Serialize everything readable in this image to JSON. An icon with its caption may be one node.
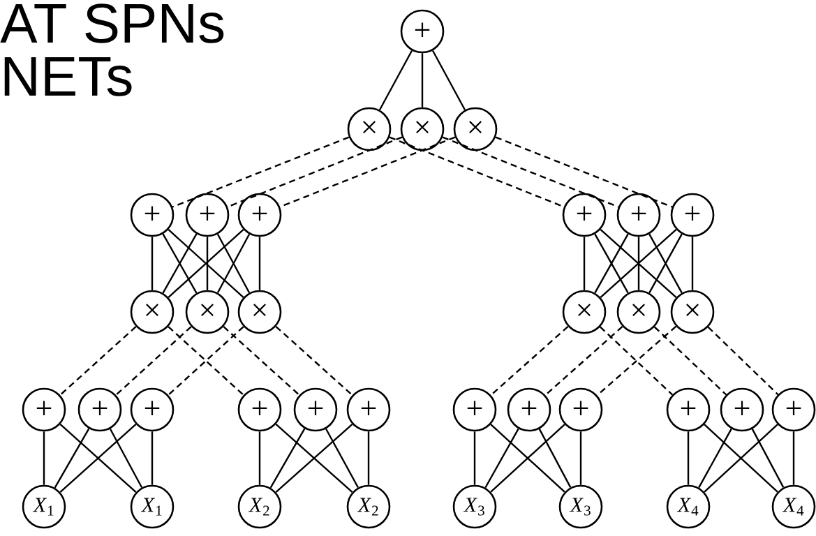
{
  "diagram": {
    "nodes": [
      {
        "text": [
          "+"
        ]
      },
      {
        "text": [
          "×"
        ]
      },
      {
        "text": [
          "×"
        ]
      },
      {
        "text": [
          "×"
        ]
      },
      {
        "text": [
          "+"
        ]
      },
      {
        "text": [
          "+"
        ]
      },
      {
        "text": [
          "+"
        ]
      },
      {
        "text": [
          "+"
        ]
      },
      {
        "text": [
          "+"
        ]
      },
      {
        "text": [
          "+"
        ]
      },
      {
        "text": [
          "×"
        ]
      },
      {
        "text": [
          "×"
        ]
      },
      {
        "text": [
          "×"
        ]
      },
      {
        "text": [
          "×"
        ]
      },
      {
        "text": [
          "×"
        ]
      },
      {
        "text": [
          "×"
        ]
      },
      {
        "text": [
          "+"
        ]
      },
      {
        "text": [
          "+"
        ]
      },
      {
        "text": [
          "+"
        ]
      },
      {
        "text": [
          "+"
        ]
      },
      {
        "text": [
          "+"
        ]
      },
      {
        "text": [
          "+"
        ]
      },
      {
        "text": [
          "+"
        ]
      },
      {
        "text": [
          "+"
        ]
      },
      {
        "text": [
          "+"
        ]
      },
      {
        "text": [
          "+"
        ]
      },
      {
        "text": [
          "+"
        ]
      },
      {
        "text": [
          "+"
        ]
      },
      {
        "text": [
          "*X*$_{1}$"
        ]
      },
      {
        "text": [
          "*X*$_{1}$"
        ]
      },
      {
        "text": [
          "*X*$_{2}$"
        ]
      },
      {
        "text": [
          "*X*$_{2}$"
        ]
      },
      {
        "text": [
          "*X*$_{3}$"
        ]
      },
      {
        "text": [
          "*X*$_{3}$"
        ]
      },
      {
        "text": [
          "*X*$_{4}$"
        ]
      },
      {
        "text": [
          "*X*$_{4}$"
        ]
      }
    ],
    "edges": [
      {
        "from": 0,
        "to": 1,
        "arrow": "none"
      },
      {
        "from": 0,
        "to": 2,
        "arrow": "none"
      },
      {
        "from": 0,
        "to": 3,
        "arrow": "none"
      },
      {
        "from": 1,
        "to": 4,
        "arrow": "none",
        "style": "dashed"
      },
      {
        "from": 1,
        "to": 7,
        "arrow": "none",
        "style": "dashed"
      },
      {
        "from": 2,
        "to": 5,
        "arrow": "none",
        "style": "dashed"
      },
      {
        "from": 2,
        "to": 8,
        "arrow": "none",
        "style": "dashed"
      },
      {
        "from": 3,
        "to": 6,
        "arrow": "none",
        "style": "dashed"
      },
      {
        "from": 3,
        "to": 9,
        "arrow": "none",
        "style": "dashed"
      },
      {
        "from": 4,
        "to": 10,
        "arrow": "none"
      },
      {
        "from": 4,
        "to": 11,
        "arrow": "none"
      },
      {
        "from": 4,
        "to": 12,
        "arrow": "none"
      },
      {
        "from": 5,
        "to": 10,
        "arrow": "none"
      },
      {
        "from": 5,
        "to": 11,
        "arrow": "none"
      },
      {
        "from": 5,
        "to": 12,
        "arrow": "none"
      },
      {
        "from": 6,
        "to": 10,
        "arrow": "none"
      },
      {
        "from": 6,
        "to": 11,
        "arrow": "none"
      },
      {
        "from": 6,
        "to": 12,
        "arrow": "none"
      },
      {
        "from": 7,
        "to": 13,
        "arrow": "none"
      },
      {
        "from": 7,
        "to": 14,
        "arrow": "none"
      },
      {
        "from": 7,
        "to": 15,
        "arrow": "none"
      },
      {
        "from": 8,
        "to": 13,
        "arrow": "none"
      },
      {
        "from": 8,
        "to": 14,
        "arrow": "none"
      },
      {
        "from": 8,
        "to": 15,
        "arrow": "none"
      },
      {
        "from": 9,
        "to": 13,
        "arrow": "none"
      },
      {
        "from": 9,
        "to": 14,
        "arrow": "none"
      },
      {
        "from": 9,
        "to": 15,
        "arrow": "none"
      },
      {
        "from": 10,
        "to": 16,
        "arrow": "none",
        "style": "dashed"
      },
      {
        "from": 10,
        "to": 19,
        "arrow": "none",
        "style": "dashed"
      },
      {
        "from": 11,
        "to": 17,
        "arrow": "none",
        "style": "dashed"
      },
      {
        "from": 11,
        "to": 20,
        "arrow": "none",
        "style": "dashed"
      },
      {
        "from": 12,
        "to": 18,
        "arrow": "none",
        "style": "dashed"
      },
      {
        "from": 12,
        "to": 21,
        "arrow": "none",
        "style": "dashed"
      },
      {
        "from": 13,
        "to": 22,
        "arrow": "none",
        "style": "dashed"
      },
      {
        "from": 13,
        "to": 25,
        "arrow": "none",
        "style": "dashed"
      },
      {
        "from": 14,
        "to": 23,
        "arrow": "none",
        "style": "dashed"
      },
      {
        "from": 14,
        "to": 26,
        "arrow": "none",
        "style": "dashed"
      },
      {
        "from": 15,
        "to": 24,
        "arrow": "none",
        "style": "dashed"
      },
      {
        "from": 15,
        "to": 27,
        "arrow": "none",
        "style": "dashed"
      },
      {
        "from": 16,
        "to": 28,
        "arrow": "none"
      },
      {
        "from": 16,
        "to": 29,
        "arrow": "none"
      },
      {
        "from": 17,
        "to": 28,
        "arrow": "none"
      },
      {
        "from": 17,
        "to": 29,
        "arrow": "none"
      },
      {
        "from": 18,
        "to": 28,
        "arrow": "none"
      },
      {
        "from": 18,
        "to": 29,
        "arrow": "none"
      },
      {
        "from": 19,
        "to": 30,
        "arrow": "none"
      },
      {
        "from": 19,
        "to": 31,
        "arrow": "none"
      },
      {
        "from": 20,
        "to": 30,
        "arrow": "none"
      },
      {
        "from": 20,
        "to": 31,
        "arrow": "none"
      },
      {
        "from": 21,
        "to": 30,
        "arrow": "none"
      },
      {
        "from": 21,
        "to": 31,
        "arrow": "none"
      },
      {
        "from": 22,
        "to": 32,
        "arrow": "none"
      },
      {
        "from": 22,
        "to": 33,
        "arrow": "none"
      },
      {
        "from": 23,
        "to": 32,
        "arrow": "none"
      },
      {
        "from": 23,
        "to": 33,
        "arrow": "none"
      },
      {
        "from": 24,
        "to": 32,
        "arrow": "none"
      },
      {
        "from": 24,
        "to": 33,
        "arrow": "none"
      },
      {
        "from": 25,
        "to": 34,
        "arrow": "none"
      },
      {
        "from": 25,
        "to": 35,
        "arrow": "none"
      },
      {
        "from": 26,
        "to": 34,
        "arrow": "none"
      },
      {
        "from": 26,
        "to": 35,
        "arrow": "none"
      },
      {
        "from": 27,
        "to": 34,
        "arrow": "none"
      },
      {
        "from": 27,
        "to": 35,
        "arrow": "none"
      }
    ],
    "labels": [
      "AT SPNs",
      "NETs"
    ]
  }
}
